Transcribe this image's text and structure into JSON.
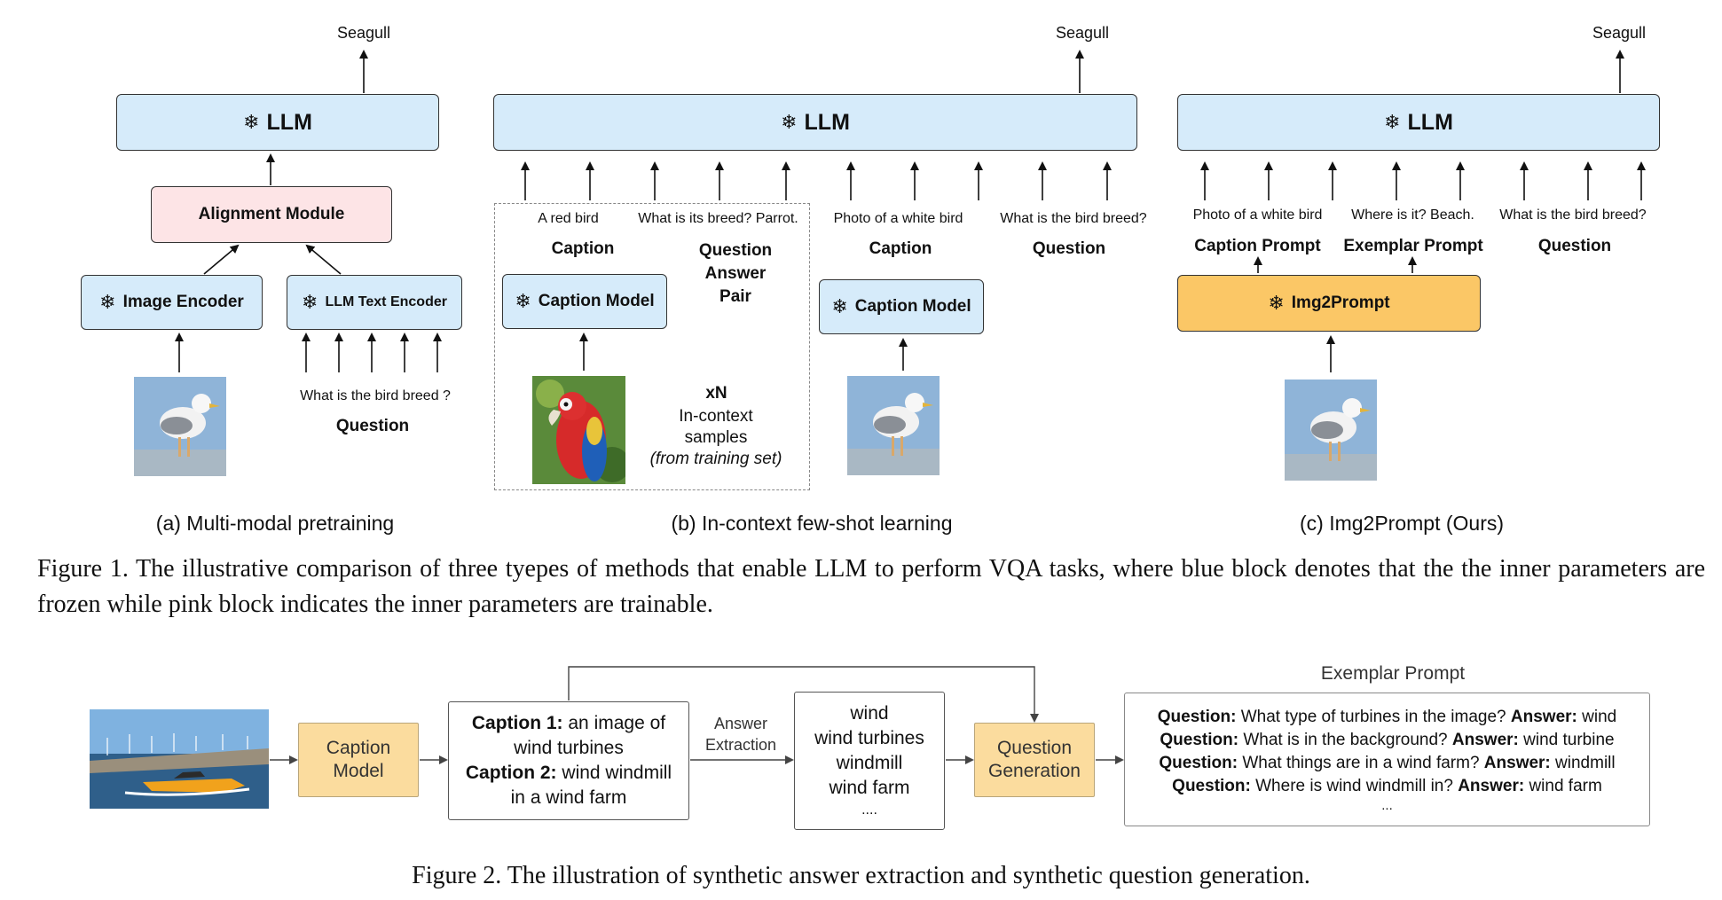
{
  "figure1": {
    "panel_a": {
      "output": "Seagull",
      "llm": "LLM",
      "alignment": "Alignment Module",
      "image_encoder": "Image Encoder",
      "text_encoder": "LLM Text Encoder",
      "question_text": "What is the bird breed ?",
      "question_label": "Question",
      "subtitle": "(a)  Multi-modal pretraining"
    },
    "panel_b": {
      "output": "Seagull",
      "llm": "LLM",
      "sample_caption_text": "A red bird",
      "sample_qa_text": "What is its breed? Parrot.",
      "caption_label_1": "Caption",
      "qa_label": "Question\nAnswer\nPair",
      "caption_model_1": "Caption Model",
      "xn": "xN",
      "incontext": "In-context\nsamples",
      "from_training": "(from training set)",
      "caption_text_2": "Photo of a white bird",
      "question_text": "What is the bird breed?",
      "caption_label_2": "Caption",
      "question_label": "Question",
      "caption_model_2": "Caption Model",
      "subtitle": "(b) In-context few-shot learning"
    },
    "panel_c": {
      "output": "Seagull",
      "llm": "LLM",
      "caption_text": "Photo of a white bird",
      "exemplar_text": "Where is it? Beach.",
      "question_text": "What is the bird breed?",
      "caption_prompt_label": "Caption Prompt",
      "exemplar_prompt_label": "Exemplar Prompt",
      "question_label": "Question",
      "img2prompt": "Img2Prompt",
      "subtitle": "(c) Img2Prompt (Ours)"
    },
    "caption": "Figure 1.  The illustrative comparison of three tyepes of methods that enable LLM to perform VQA tasks, where blue block denotes that the the inner parameters are frozen while pink block indicates the inner parameters are trainable."
  },
  "figure2": {
    "caption_model": "Caption\nModel",
    "captions": [
      {
        "label": "Caption 1:",
        "text": " an image of wind turbines"
      },
      {
        "label": "Caption 2:",
        "text": " wind windmill in a wind farm"
      }
    ],
    "answer_extraction": "Answer\nExtraction",
    "answers": [
      "wind",
      "wind turbines",
      "windmill",
      "wind farm",
      "...."
    ],
    "question_generation": "Question\nGeneration",
    "exemplar_title": "Exemplar Prompt",
    "exemplars": [
      {
        "q": "What type of turbines in the image?",
        "a": "wind"
      },
      {
        "q": "What is in the background?",
        "a": "wind turbine"
      },
      {
        "q": "What things are in a wind farm?",
        "a": "windmill"
      },
      {
        "q": "Where is wind  windmill in?",
        "a": "wind farm"
      }
    ],
    "question_label": "Question:",
    "answer_label": "Answer:",
    "ellipsis": "...",
    "caption": "Figure 2. The illustration of synthetic answer extraction and synthetic question generation."
  },
  "icons": {
    "snowflake": "❄"
  }
}
